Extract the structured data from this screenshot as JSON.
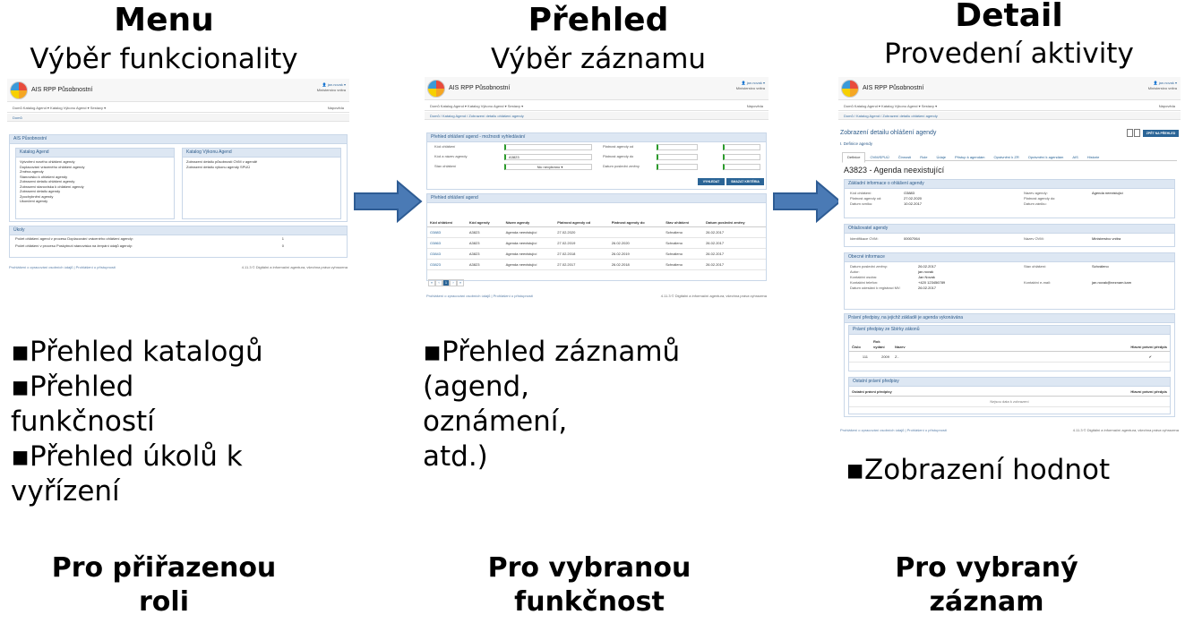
{
  "columns": [
    {
      "title": "Menu",
      "subtitle": "Výběr funkcionality",
      "bullets": [
        "▪Přehled katalogů",
        "▪Přehled",
        "funkčností",
        "▪Přehled úkolů k",
        "vyřízení"
      ],
      "footer": [
        "Pro přiřazenou",
        "roli"
      ]
    },
    {
      "title": "Přehled",
      "subtitle": "Výběr záznamu",
      "bullets": [
        "▪Přehled záznamů",
        "(agend,",
        "oznámení,",
        "atd.)"
      ],
      "footer": [
        "Pro vybranou",
        "funkčnost"
      ]
    },
    {
      "title": "Detail",
      "subtitle": "Provedení aktivity",
      "bullets": [
        "▪Zobrazení hodnot"
      ],
      "footer": [
        "Pro vybraný",
        "záznam"
      ]
    }
  ],
  "arrow_color": "#4a7ab5",
  "app": {
    "title": "AIS RPP Působnostní",
    "user": "👤 jan.novak ▾",
    "ministry": "Ministerstvo vnitra",
    "help": "Nápověda",
    "footer_left": "Prohlášení o zpracování osobních údajů  |  Prohlášení o přístupnosti",
    "footer_right": "4.11.3 © Digitální a informační agentura, všechna práva vyhrazena"
  },
  "shot1": {
    "nav": "Domů   Katalog Agend ▾   Katalog Výkonu Agend ▾   Sestavy ▾",
    "breadcrumb": "Domů",
    "section": "AIS Působnostní",
    "panel_a": "Katalog Agend",
    "panel_a_items": [
      "Vytvoření nového ohlášení agendy",
      "Doplacování vráceného ohlášení agendy",
      "Změna agendy",
      "Stanovisko k ohlášení agendy",
      "Zobrazení detailu ohlášení agendy",
      "Zobrazení stanoviska k ohlášení agendy",
      "Zobrazení detailu agendy",
      "Zpochybnění agendy",
      "Ukončení agendy"
    ],
    "panel_b": "Katalog Výkonu Agend",
    "panel_b_items": [
      "Zobrazení detailu působnosti OVM v agendě",
      "Zobrazení detailu výkonu agendy SPUÚ"
    ],
    "tasks": "Úkoly",
    "task_rows": [
      {
        "label": "Počet ohlášení agend v procesu Doplacování vráceného ohlášení agendy:",
        "value": "1"
      },
      {
        "label": "Počet ohlášení v procesu Poskytnutí stanoviska na žerpání údajů agendy:",
        "value": "0"
      }
    ]
  },
  "shot2": {
    "nav": "Domů   Katalog Agend ▾   Katalog Výkonu Agend ▾   Sestavy ▾",
    "breadcrumb": "Domů /  Katalog Agend  /  Zobrazení detailu ohlášení agendy",
    "search_title": "Přehled ohlášení agend - možnosti vyhledávání",
    "f_kod": "Kód ohlášení",
    "f_nazev": "Kód a název agendy",
    "f_nazev_val": "A3823",
    "f_stav": "Stav ohlášení",
    "f_stav_val": "Nic nevybráno",
    "f_od": "Platnost agendy od",
    "f_do": "Platnost agendy do",
    "f_zmena": "Datum poslední změny",
    "btn_search": "VYHLEDAT",
    "btn_clear": "SMAZAT KRITÉRIA",
    "list_title": "Přehled ohlášení agend",
    "headers": [
      "Kód ohlášení",
      "Kód agendy",
      "Název agendy",
      "Platnost agendy od",
      "Platnost agendy do",
      "Stav ohlášení",
      "Datum poslední změny"
    ],
    "rows": [
      [
        "O3883",
        "A3823",
        "Agenda neexistující",
        "27.02.2020",
        "",
        "Schváleno",
        "26.02.2017"
      ],
      [
        "O3863",
        "A3823",
        "Agenda neexistující",
        "27.02.2019",
        "26.02.2020",
        "Schváleno",
        "26.02.2017"
      ],
      [
        "O3843",
        "A3823",
        "Agenda neexistující",
        "27.02.2018",
        "26.02.2019",
        "Schváleno",
        "26.02.2017"
      ],
      [
        "O3823",
        "A3823",
        "Agenda neexistující",
        "27.02.2017",
        "26.02.2018",
        "Schváleno",
        "26.02.2017"
      ]
    ],
    "pager": [
      "«",
      "‹",
      "1",
      "›",
      "»"
    ]
  },
  "shot3": {
    "nav": "Domů   Katalog Agend ▾   Katalog Výkonu Agend ▾   Sestavy ▾",
    "breadcrumb": "Domů /  Katalog Agend  /  Zobrazení detailu ohlášení agendy",
    "page_title": "Zobrazení detailu ohlášení agendy",
    "back": "ZPĚT NA PŘEHLED",
    "subhead": "I. Definice agendy",
    "tabs": [
      "Definice",
      "OVM/SPUÚ",
      "Činnosti",
      "Role",
      "Údaje",
      "Přístup k agendám",
      "Oprávnění k ZR",
      "Oprávnění k agendám",
      "AIS",
      "Historie"
    ],
    "agenda": "A3823 - Agenda neexistující",
    "basic": "Základní informace o ohlášení agendy",
    "basic_l": [
      [
        "Kód ohlášení:",
        "O3883"
      ],
      [
        "Platnost agendy od:",
        "27.02.2020"
      ],
      [
        "Datum vzniku:",
        "10.02.2017"
      ]
    ],
    "basic_r": [
      [
        "Název agendy:",
        "Agenda neexistující"
      ],
      [
        "Platnost agendy do:",
        ""
      ],
      [
        "Datum zániku:",
        ""
      ]
    ],
    "ohl": "Ohlašovatel agendy",
    "ohl_l": [
      "Identifikace OVM:",
      "00007064"
    ],
    "ohl_r": [
      "Název OVM:",
      "Ministerstvo vnitra"
    ],
    "gen": "Obecné informace",
    "gen_l": [
      [
        "Datum poslední změny:",
        "26.02.2017"
      ],
      [
        "Autor:",
        "jan.novak"
      ],
      [
        "Kontaktní osoba:",
        "Jan Novak"
      ],
      [
        "Kontaktní telefon:",
        "+420 123456789"
      ],
      [
        "Datum odeslání k registraci MV:",
        "26.02.2017"
      ]
    ],
    "gen_r": [
      [
        "Stav ohlášení:",
        "Schváleno"
      ],
      [
        "Kontaktní e-mail:",
        "jan.novak@neznam.kam"
      ]
    ],
    "law": "Právní předpisy, na jejichž základě je agenda vykonávána",
    "law_sub": "Právní předpisy ze Sbírky zákonů",
    "law_h": [
      "Číslo",
      "Rok vydání",
      "Název",
      "Hlavní právní předpis"
    ],
    "law_row": [
      "111",
      "2009",
      "Z..",
      "✔"
    ],
    "other": "Ostatní právní předpisy",
    "other_h": [
      "Ostatní právní předpisy",
      "Hlavní právní předpis"
    ],
    "other_empty": "Nejsou data k zobrazení"
  }
}
